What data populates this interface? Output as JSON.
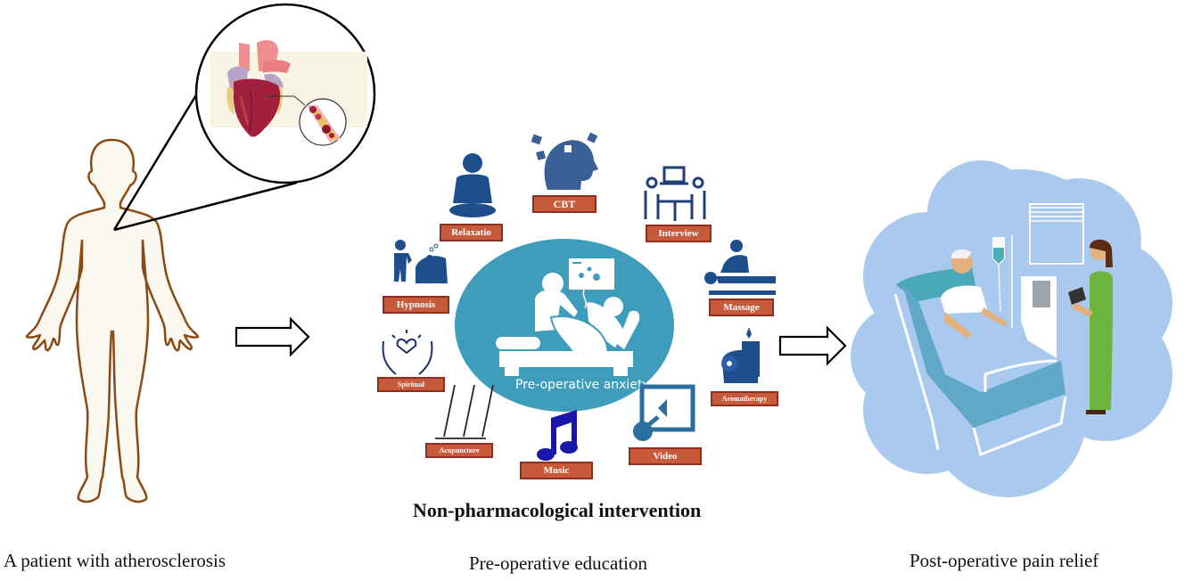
{
  "figure": {
    "stages": [
      {
        "id": "patient",
        "caption": "A patient with atherosclerosis"
      },
      {
        "id": "education",
        "caption": "Pre-operative education"
      },
      {
        "id": "relief",
        "caption": "Post-operative pain relief"
      }
    ],
    "center": {
      "title": "Non-pharmacological intervention",
      "hub_label": "Pre-operative anxiety"
    },
    "interventions": [
      {
        "label": "CBT",
        "icon": "head-puzzle-icon"
      },
      {
        "label": "Relaxatio",
        "icon": "meditation-icon"
      },
      {
        "label": "Interview",
        "icon": "interview-table-icon"
      },
      {
        "label": "Hypnosis",
        "icon": "hypnosis-icon"
      },
      {
        "label": "Massage",
        "icon": "massage-icon"
      },
      {
        "label": "Spiritual",
        "icon": "heart-hands-icon"
      },
      {
        "label": "Aromatherapy",
        "icon": "candle-flower-icon"
      },
      {
        "label": "Acupuncture",
        "icon": "acupuncture-needles-icon"
      },
      {
        "label": "Music",
        "icon": "music-note-icon"
      },
      {
        "label": "Video",
        "icon": "video-play-icon"
      }
    ],
    "colors": {
      "label_fill": "#c85a3c",
      "label_border": "#8e2f1f",
      "icon_blue": "#1f4e8c",
      "hub_teal": "#3d9dbb",
      "body_outline": "#8b4a14",
      "body_fill": "#fbf8ef",
      "cloud_blue": "#a9c9ef"
    }
  }
}
